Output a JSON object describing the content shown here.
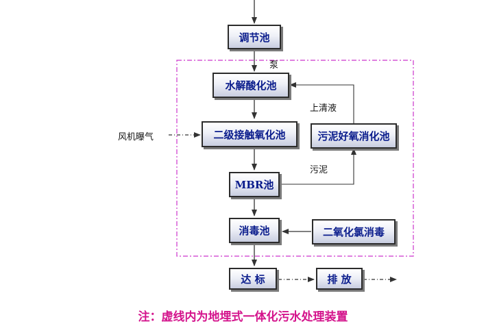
{
  "boxes": {
    "tiaojie": "调节池",
    "shuijie": "水解酸化池",
    "erji": "二级接触氧化池",
    "mbr": "MBR池",
    "xiaodu": "消毒池",
    "dabiao": "达 标",
    "paifang": "排 放",
    "wuni_haoyang": "污泥好氧消化池",
    "eryanghualv": "二氧化氯消毒"
  },
  "labels": {
    "beng": "泵",
    "shangqingye": "上清液",
    "fengji": "风机曝气",
    "wuni": "污泥"
  },
  "note": "注：虚线内为地埋式一体化污水处理装置",
  "colors": {
    "box_text": "#0a1c8c",
    "dashed_border": "#cc33cc",
    "note_text": "#d4148c",
    "line": "#333333"
  }
}
